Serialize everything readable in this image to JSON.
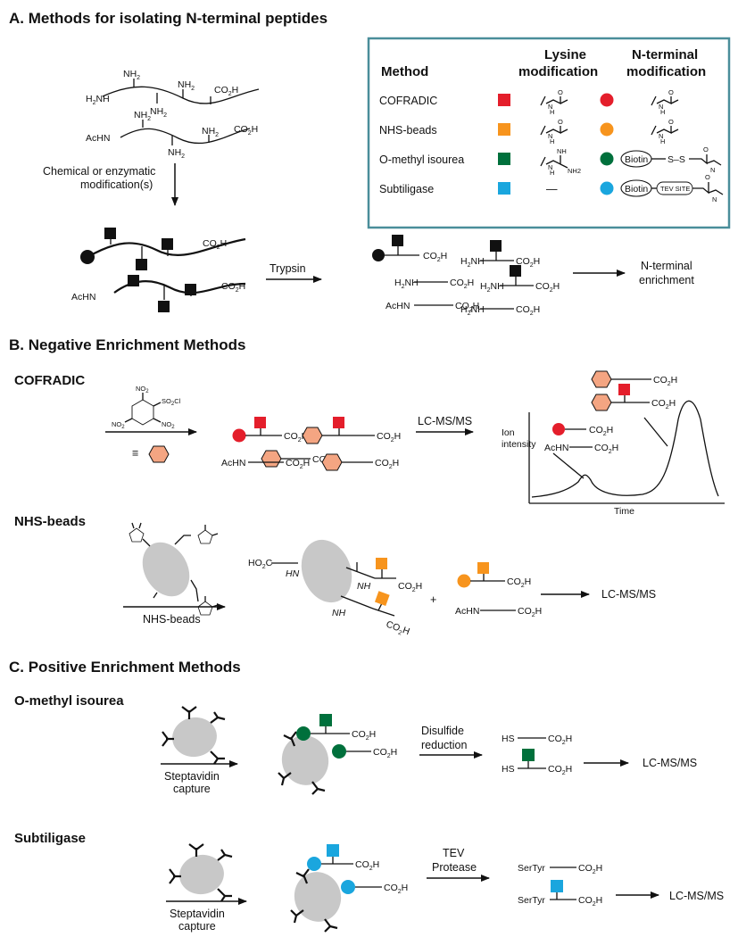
{
  "colors": {
    "cofradic": "#e41e2b",
    "nhs": "#f7941d",
    "omethyl": "#00703c",
    "subtiligase": "#1aa6de",
    "tnbs": "#f4a582",
    "bead": "#c8c8c8",
    "black": "#111111",
    "table_border": "#4a8e9a"
  },
  "section_a": {
    "title": "A.  Methods for isolating N-terminal peptides",
    "step1": "Chemical or enzymatic",
    "step2": "modification(s)",
    "trypsin": "Trypsin",
    "enrich1": "N-terminal",
    "enrich2": "enrichment",
    "nh2": "NH",
    "h2n": "H",
    "co2h": "CO",
    "ac": "AcHN",
    "sub2": "2",
    "table": {
      "col_method": "Method",
      "col_lys1": "Lysine",
      "col_lys2": "modification",
      "col_nt1": "N-terminal",
      "col_nt2": "modification",
      "rows": [
        "COFRADIC",
        "NHS-beads",
        "O-methyl isourea",
        "Subtiligase"
      ],
      "dash": "—",
      "biotin": "Biotin",
      "ss": "S–S",
      "tev": "TEV SITE",
      "n_label": "N",
      "h_label": "H",
      "o_label": "O",
      "nh_label": "NH",
      "nh2_label": "NH"
    }
  },
  "section_b": {
    "title": "B.  Negative Enrichment Methods",
    "cofradic": "COFRADIC",
    "lcms": "LC-MS/MS",
    "equiv": "≡",
    "no2": "NO",
    "so2cl": "SO",
    "cl": "Cl",
    "ion1": "Ion",
    "ion2": "intensity",
    "time": "Time",
    "nhs_title": "NHS-beads",
    "nhs_arrow": "NHS-beads",
    "plus": "+",
    "ho2c": "HO",
    "hn": "HN",
    "nh": "NH"
  },
  "section_c": {
    "title": "C.  Positive Enrichment Methods",
    "omethyl": "O-methyl isourea",
    "capture1": "Steptavidin",
    "capture2": "capture",
    "disulfide1": "Disulfide",
    "disulfide2": "reduction",
    "hs": "HS",
    "lcms": "LC-MS/MS",
    "subtiligase": "Subtiligase",
    "tev1": "TEV",
    "tev2": "Protease",
    "sertyr": "SerTyr"
  }
}
